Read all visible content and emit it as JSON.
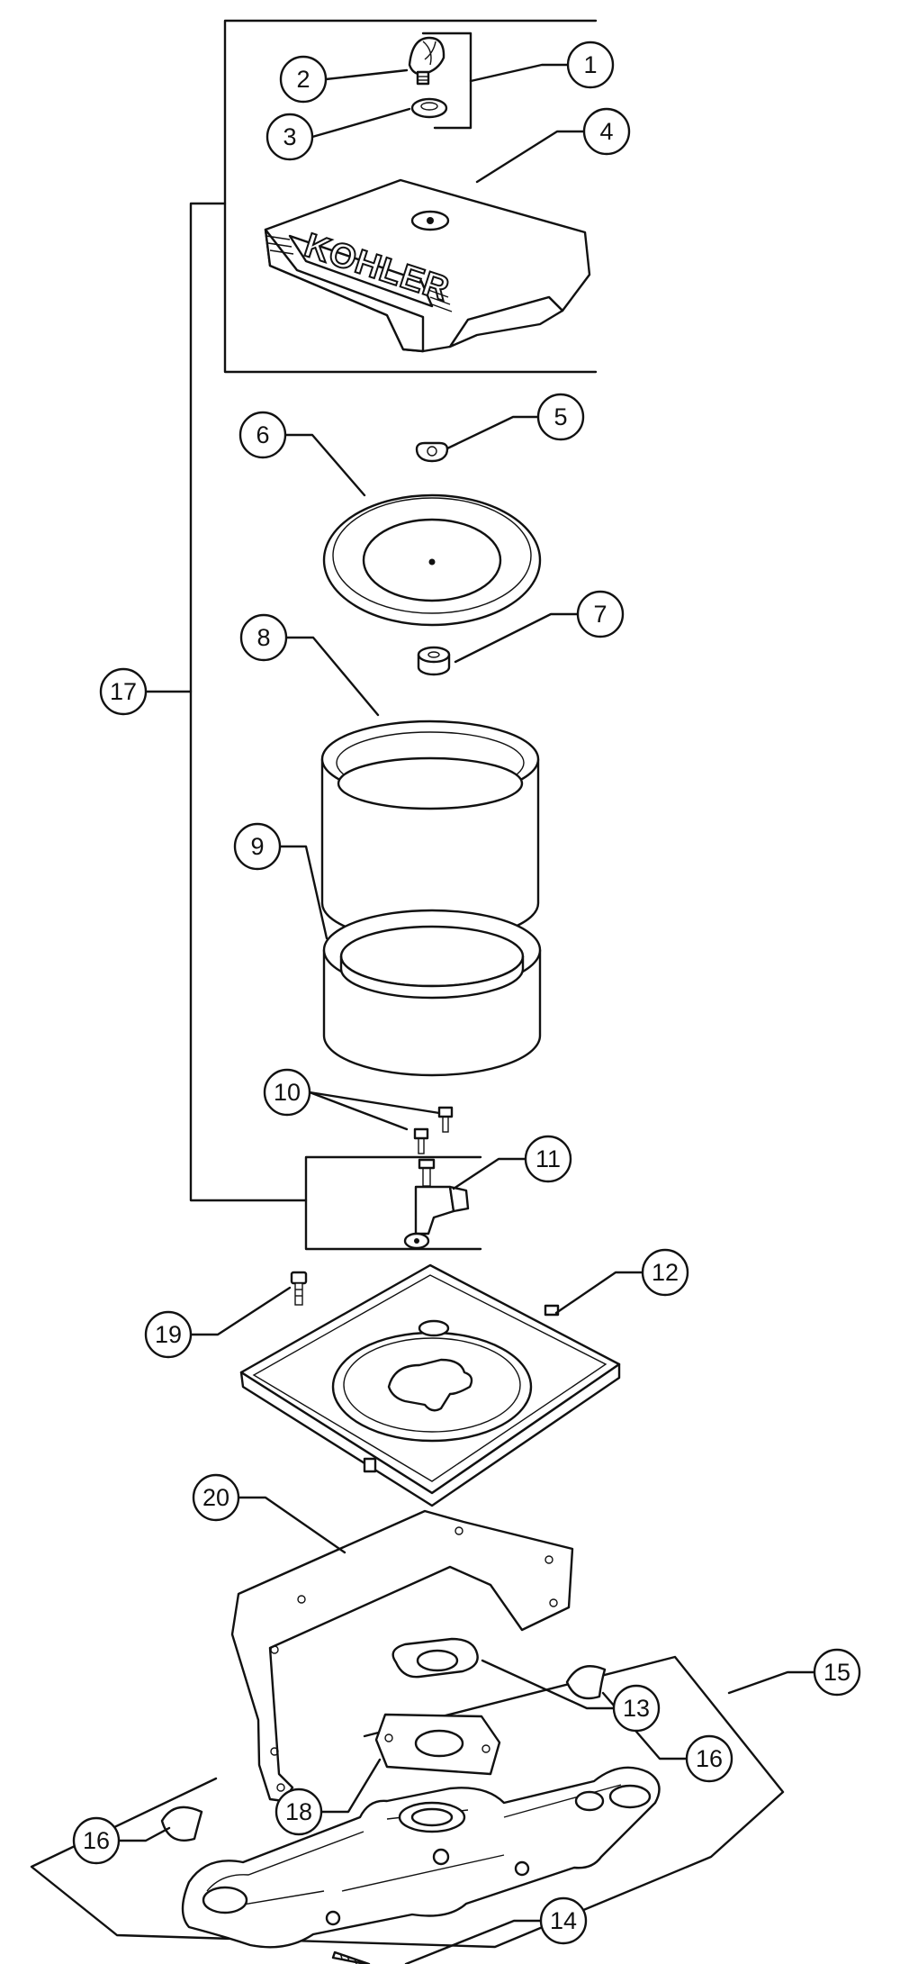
{
  "diagram": {
    "brand_text": "KOHLER",
    "callouts": [
      "1",
      "2",
      "3",
      "4",
      "5",
      "6",
      "7",
      "8",
      "9",
      "10",
      "11",
      "12",
      "13",
      "14",
      "15",
      "16",
      "16",
      "17",
      "18",
      "19",
      "20"
    ]
  }
}
